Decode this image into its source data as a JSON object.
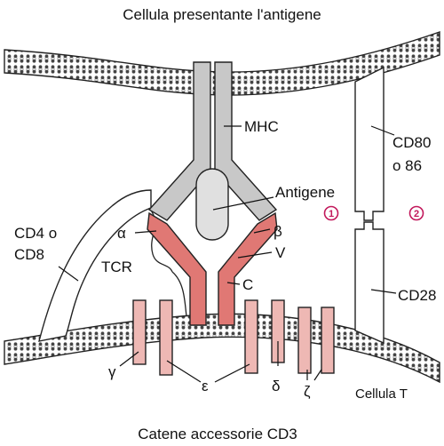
{
  "title_top": "Cellula presentante l'antigene",
  "title_bottom": "Catene accessorie CD3",
  "labels": {
    "mhc": "MHC",
    "antigen": "Antigene",
    "cd80": "CD80",
    "cd80_alt": "o 86",
    "cd4": "CD4 o",
    "cd8": "CD8",
    "alpha": "α",
    "beta": "β",
    "v": "V",
    "c": "C",
    "tcr": "TCR",
    "cd28": "CD28",
    "gamma": "γ",
    "epsilon": "ε",
    "delta": "δ",
    "zeta": "ζ",
    "tcell": "Cellula T"
  },
  "signals": {
    "first": "1",
    "second": "2"
  },
  "colors": {
    "mhc": "#c8c8c8",
    "tcr": "#e07874",
    "cd3": "#eeb8b4",
    "antigen": "#e0e0e0",
    "signal": "#c2185b"
  }
}
